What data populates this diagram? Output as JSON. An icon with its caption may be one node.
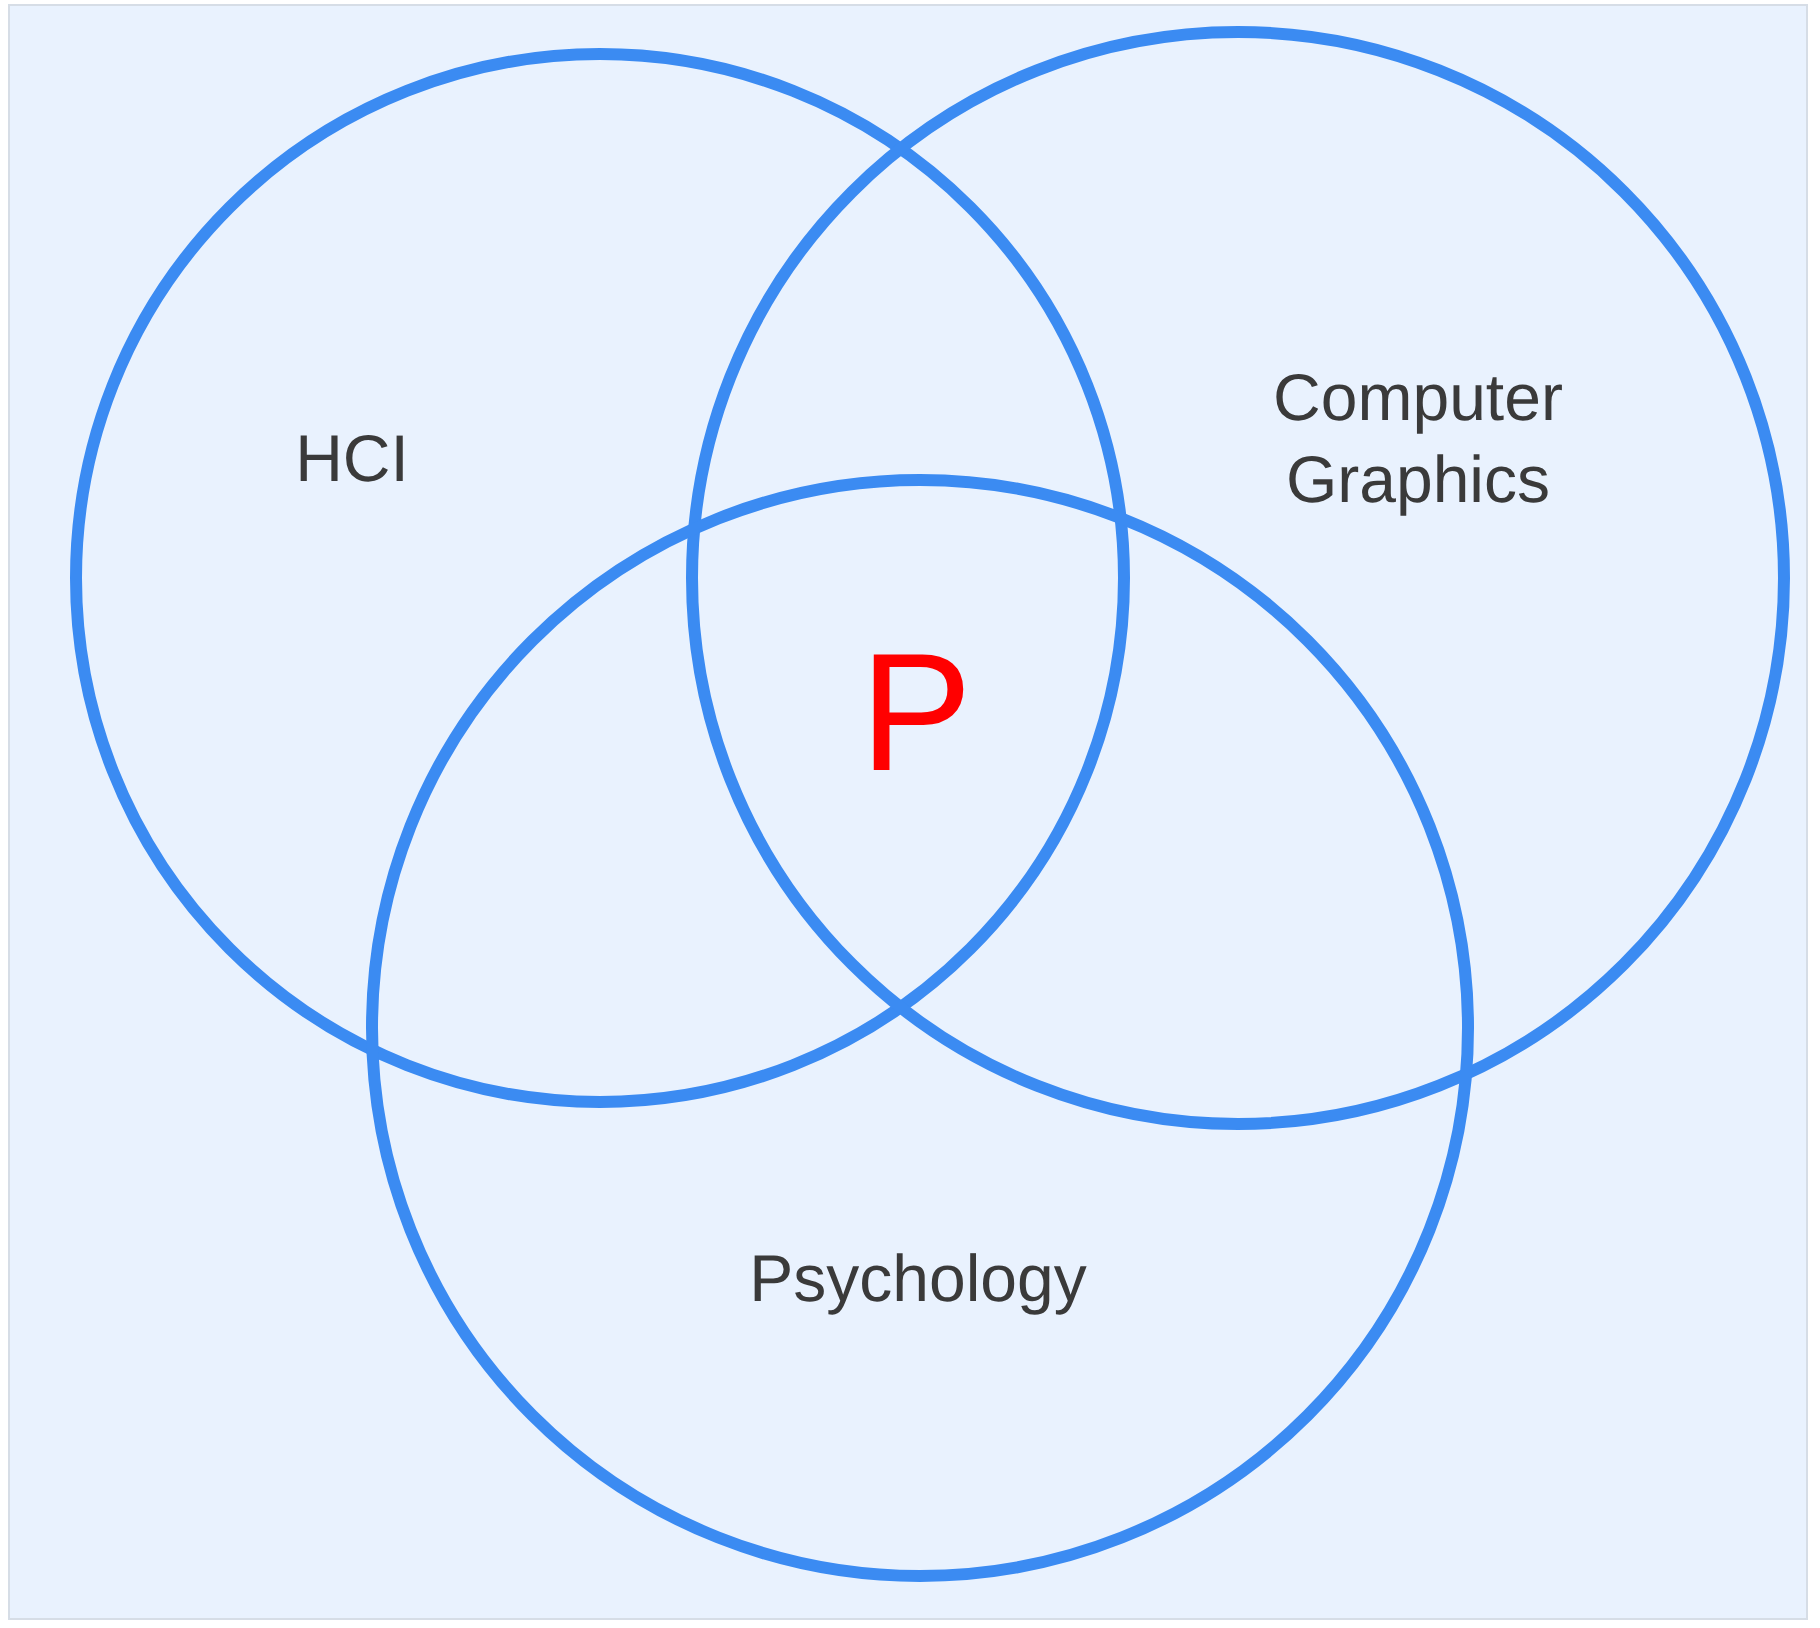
{
  "diagram": {
    "nodes": [
      {
        "text": [
          "HCI"
        ]
      },
      {
        "text": [
          "Computer Graphics"
        ]
      },
      {
        "text": [
          "Psychology"
        ]
      }
    ],
    "labels": [
      "P"
    ]
  }
}
